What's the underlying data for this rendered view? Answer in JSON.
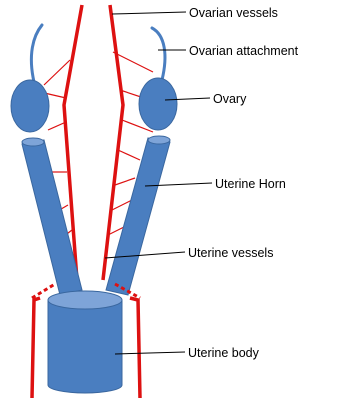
{
  "colors": {
    "organ_fill": "#4a7ec0",
    "organ_stroke": "#3a679f",
    "organ_top": "#7ea4d8",
    "vessel": "#dd1111",
    "leader": "#000000"
  },
  "labels": {
    "ovarian_vessels": "Ovarian vessels",
    "ovarian_attachment": "Ovarian attachment",
    "ovary": "Ovary",
    "uterine_horn": "Uterine Horn",
    "uterine_vessels": "Uterine vessels",
    "uterine_body": "Uterine body"
  }
}
